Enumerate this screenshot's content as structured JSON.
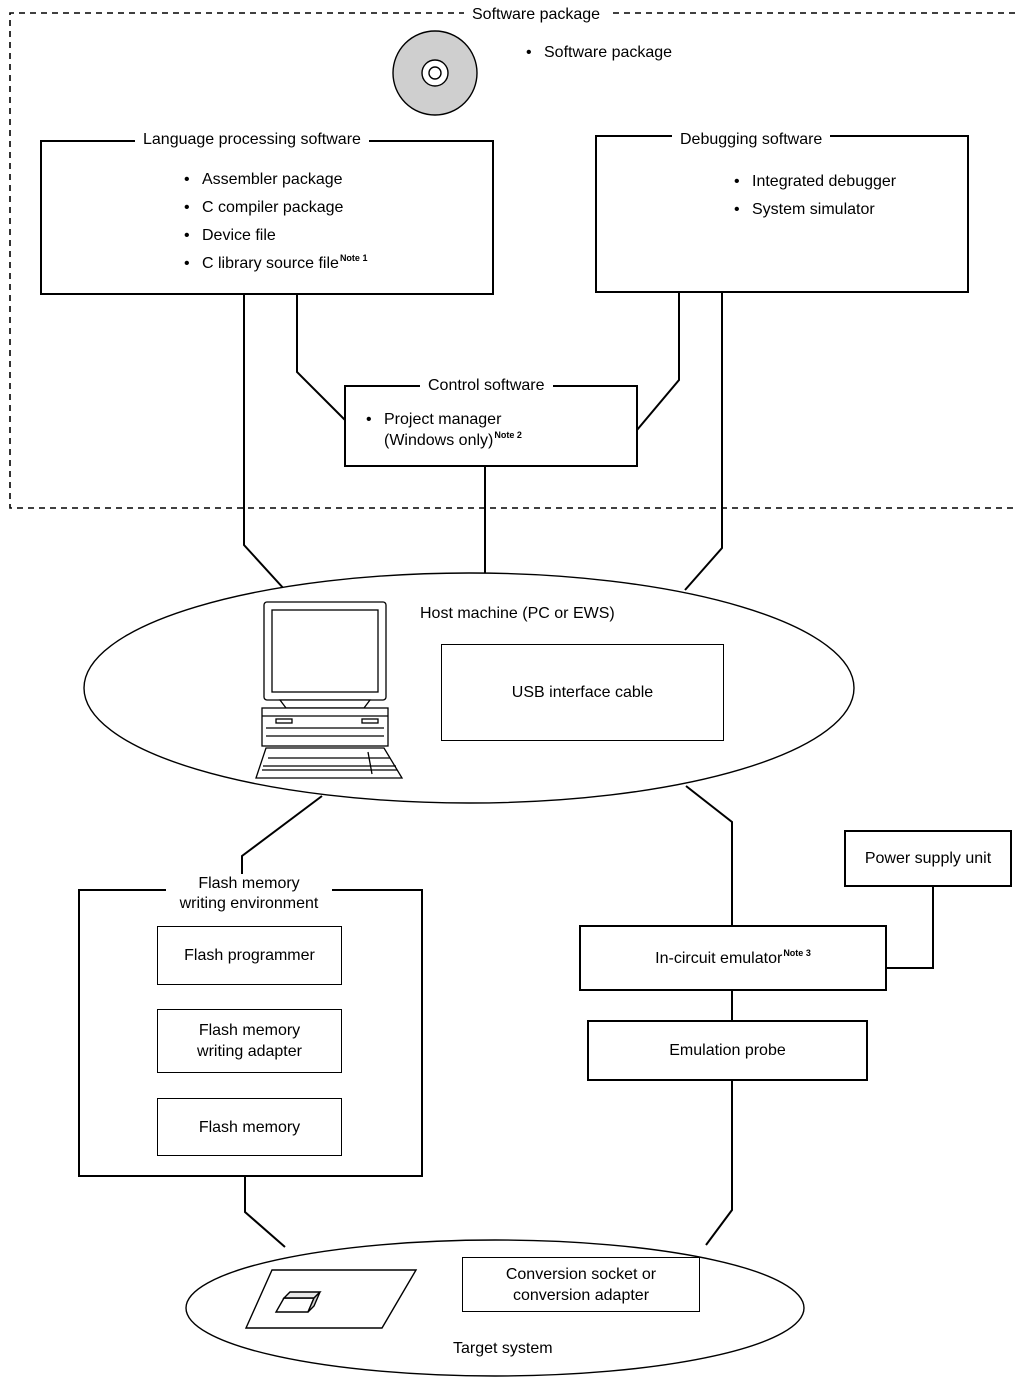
{
  "software_package": {
    "frame_title": "Software package",
    "bullet": "Software package",
    "language": {
      "title": "Language processing software",
      "items": [
        "Assembler package",
        "C compiler package",
        "Device file",
        "C library source file"
      ],
      "note": "Note 1"
    },
    "debugging": {
      "title": "Debugging software",
      "items": [
        "Integrated debugger",
        "System simulator"
      ]
    },
    "control": {
      "title": "Control software",
      "item_line1": "Project manager",
      "item_line2": "(Windows only)",
      "note": "Note 2"
    }
  },
  "host": {
    "title": "Host machine (PC or EWS)",
    "usb": "USB interface cable"
  },
  "flash_env": {
    "title_line1": "Flash memory",
    "title_line2": "writing environment",
    "programmer": "Flash programmer",
    "adapter_line1": "Flash memory",
    "adapter_line2": "writing adapter",
    "memory": "Flash memory"
  },
  "power_supply": "Power supply unit",
  "emulator": {
    "label": "In-circuit emulator",
    "note": "Note 3"
  },
  "probe": "Emulation probe",
  "target": {
    "title": "Target system",
    "socket_line1": "Conversion socket or",
    "socket_line2": "conversion adapter"
  }
}
